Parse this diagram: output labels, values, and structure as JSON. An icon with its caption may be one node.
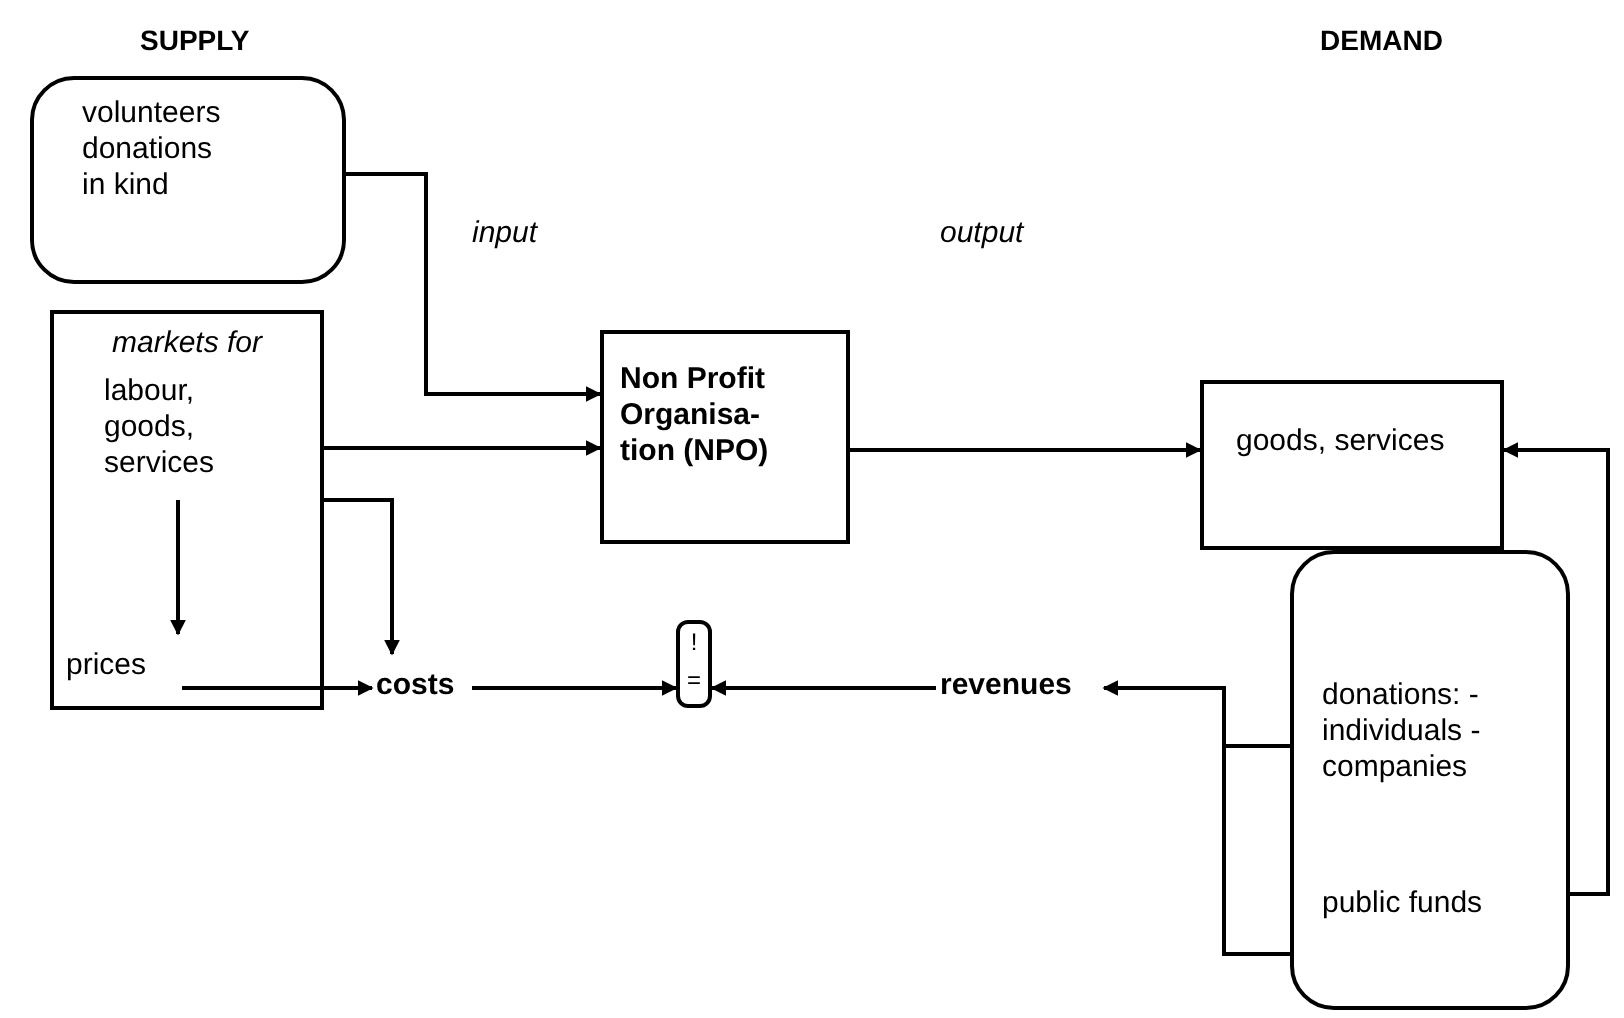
{
  "diagram": {
    "nodes": [
      {
        "text": [
          "volunteers donations in kind"
        ]
      },
      {
        "text": [
          "markets for"
        ]
      },
      {
        "text": [
          "labour, goods, services"
        ],
        "in": 1
      },
      {
        "text": [
          "prices"
        ],
        "in": 1
      },
      {
        "text": [
          "Non Profit Organisa- tion (NPO)"
        ]
      },
      {
        "text": [
          "goods, services"
        ]
      },
      {
        "text": [
          "costs"
        ]
      },
      {
        "text": [
          "!",
          "="
        ]
      },
      {
        "text": [
          "revenues"
        ]
      },
      {
        "text": [
          "donations: - individuals - companies",
          "public funds"
        ]
      }
    ],
    "edges": [
      {
        "from": 0,
        "to": 4,
        "arrow": "to"
      },
      {
        "from": 1,
        "to": 4,
        "arrow": "to"
      },
      {
        "from": 4,
        "to": 5,
        "arrow": "to"
      },
      {
        "from": 2,
        "to": 3,
        "arrow": "to"
      },
      {
        "from": 1,
        "to": 6,
        "arrow": "to"
      },
      {
        "from": 3,
        "to": 6,
        "arrow": "to"
      },
      {
        "from": 6,
        "to": 7,
        "arrow": "to"
      },
      {
        "from": 8,
        "to": 7,
        "arrow": "to"
      },
      {
        "from": 9,
        "to": 8,
        "arrow": "to"
      },
      {
        "from": 9,
        "to": 5,
        "arrow": "to"
      }
    ],
    "labels": [
      "SUPPLY",
      "DEMAND",
      "input",
      "output"
    ]
  }
}
